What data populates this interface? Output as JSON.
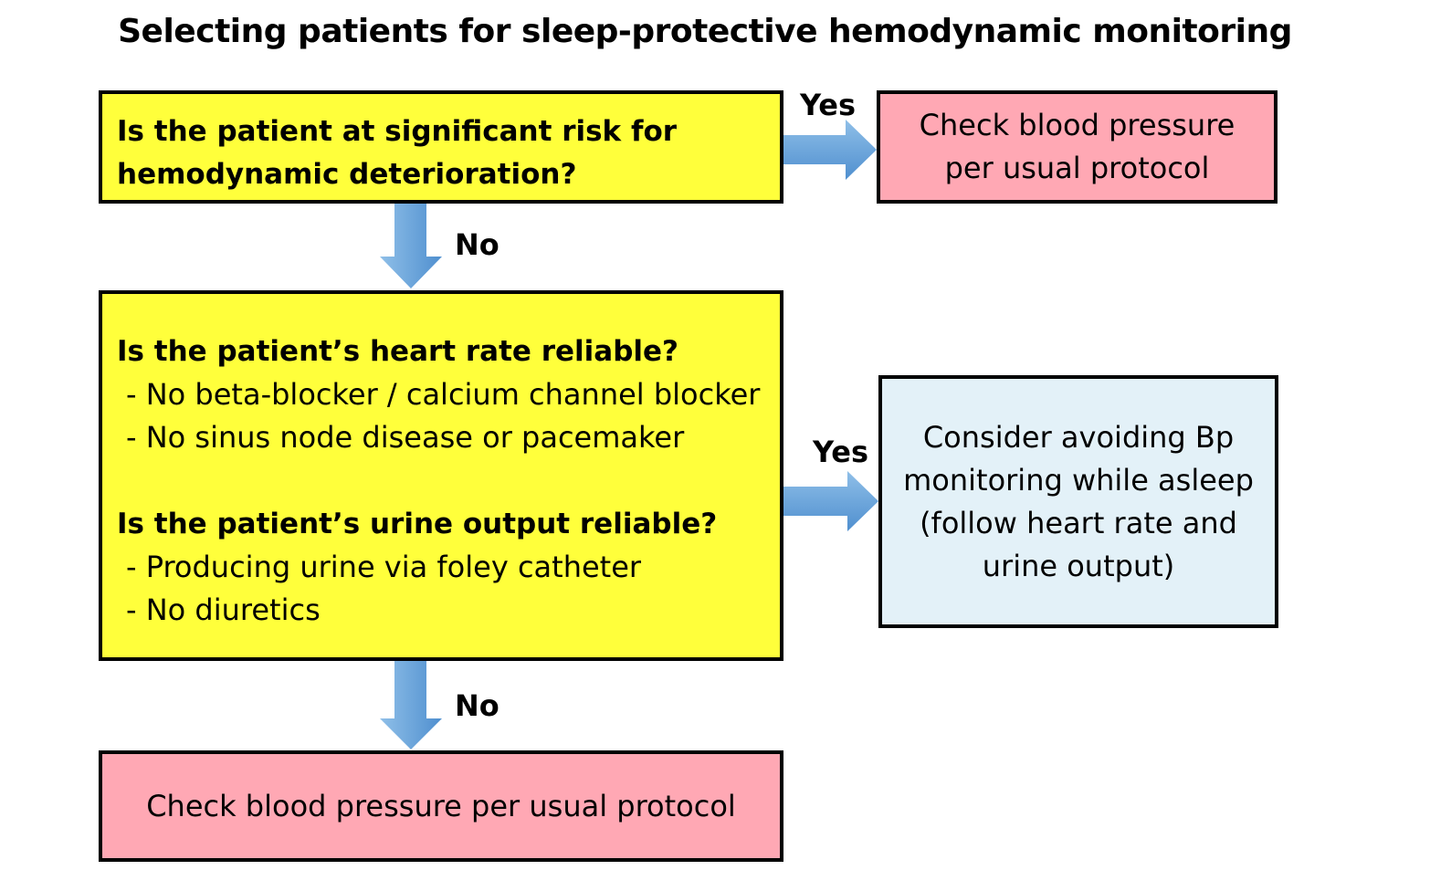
{
  "title": "Selecting patients for sleep-protective hemodynamic monitoring",
  "question1": {
    "line1": "Is the patient at significant risk for",
    "line2": "hemodynamic deterioration?"
  },
  "result1": {
    "line1": "Check blood pressure",
    "line2": "per usual protocol"
  },
  "question2": {
    "heart_rate_question": "Is the patient’s heart rate reliable?",
    "heart_rate_items": [
      "- No beta-blocker / calcium channel blocker",
      "- No sinus node disease or pacemaker"
    ],
    "urine_question": "Is the patient’s urine output reliable?",
    "urine_items": [
      "- Producing urine via foley catheter",
      "- No diuretics"
    ]
  },
  "result2": {
    "lines": [
      "Consider avoiding Bp",
      "monitoring while asleep",
      "(follow heart rate and",
      "urine output)"
    ]
  },
  "result3": {
    "text": "Check blood pressure per usual protocol"
  },
  "labels": {
    "yes1": "Yes",
    "no1": "No",
    "yes2": "Yes",
    "no2": "No"
  },
  "colors": {
    "question_fill": "#ffff3b",
    "check_fill": "#ffa8b4",
    "consider_fill": "#e3f1f8",
    "arrow_fill": "#5b9bd5",
    "border": "#000000"
  }
}
